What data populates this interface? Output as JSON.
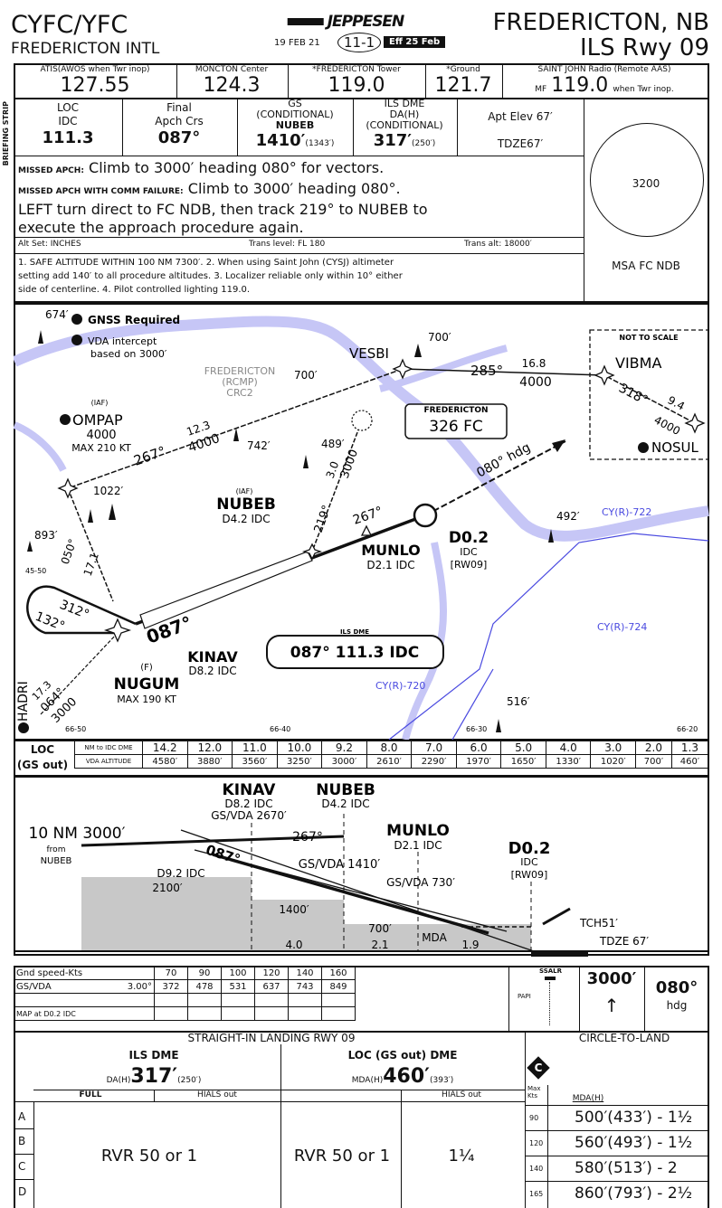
{
  "header": {
    "ident": "CYFC/YFC",
    "airport": "FREDERICTON INTL",
    "brand": "JEPPESEN",
    "date": "19 FEB 21",
    "chart_no": "11-1",
    "effective": "Eff 25 Feb",
    "city": "FREDERICTON, NB",
    "procedure": "ILS Rwy 09"
  },
  "side_labels": {
    "briefing_strip": "BRIEFING STRIP"
  },
  "comms": [
    {
      "label": "ATIS(AWOS when Twr inop)",
      "freq": "127.55"
    },
    {
      "label": "MONCTON Center",
      "freq": "124.3"
    },
    {
      "label": "*FREDERICTON Tower",
      "freq": "119.0"
    },
    {
      "label": "*Ground",
      "freq": "121.7"
    },
    {
      "label": "SAINT JOHN Radio (Remote AAS)",
      "prefix": "MF",
      "freq": "119.0",
      "suffix": "when Twr inop."
    }
  ],
  "briefing": {
    "loc": {
      "l1": "LOC",
      "l2": "IDC",
      "value": "111.3"
    },
    "crs": {
      "l1": "Final",
      "l2": "Apch Crs",
      "value": "087°"
    },
    "gs": {
      "l1": "GS",
      "l2": "(CONDITIONAL)",
      "l3": "NUBEB",
      "value": "1410′",
      "paren": "(1343′)"
    },
    "da": {
      "l1": "ILS DME",
      "l2": "DA(H)",
      "l3": "(CONDITIONAL)",
      "value": "317′",
      "paren": "(250′)"
    },
    "elev": {
      "apt": "Apt Elev 67′",
      "tdze": "TDZE67′"
    }
  },
  "msa": {
    "altitude": "3200",
    "label": "MSA FC NDB"
  },
  "missed": {
    "l1_label": "MISSED APCH:",
    "l1_text": "Climb to 3000′ heading 080° for vectors.",
    "l2_label": "MISSED APCH WITH COMM FAILURE:",
    "l2_text": "Climb to 3000′ heading 080°.",
    "l3": "LEFT turn direct to FC NDB, then track 219° to NUBEB to",
    "l4": "execute the approach procedure again."
  },
  "altset": {
    "alt_set": "Alt Set: INCHES",
    "trans_level": "Trans level: FL 180",
    "trans_alt": "Trans alt: 18000′"
  },
  "notes": {
    "l1": "1. SAFE ALTITUDE WITHIN 100 NM 7300′. 2. When using Saint John (CYSJ) altimeter",
    "l2": "setting add 140′ to all procedure altitudes. 3. Localizer reliable only within 10° either",
    "l3": "side of centerline. 4. Pilot controlled lighting 119.0."
  },
  "plan": {
    "gnss": "GNSS Required",
    "vda1": "VDA intercept",
    "vda2": "based on 3000′",
    "obs674": "674′",
    "obs700a": "700′",
    "obs700b": "700′",
    "obs742": "742′",
    "obs489": "489′",
    "obs1022": "1022′",
    "obs893": "893′",
    "obs492": "492′",
    "obs516": "516′",
    "rcmp1": "FREDERICTON",
    "rcmp2": "(RCMP)",
    "rcmp3": "CRC2",
    "vesbi": "VESBI",
    "crs285": "285°",
    "dist168": "16.8",
    "alt4000a": "4000",
    "nts": "NOT TO SCALE",
    "vibma": "VIBMA",
    "crs318": "318°",
    "dist94": "9.4",
    "alt4000b": "4000",
    "nosul": "NOSUL",
    "ndb_name": "FREDERICTON",
    "ndb_id": "326 FC",
    "iaf": "(IAF)",
    "ompap": "OMPAP",
    "ompap_alt": "4000",
    "ompap_spd": "MAX 210 KT",
    "crs267a": "267°",
    "dist123": "12.3",
    "alt4000c": "4000",
    "crs219": "219°",
    "dist30": "3.0",
    "alt3000a": "3000",
    "nubeb": "NUBEB",
    "nubeb_d": "D4.2 IDC",
    "crs267b": "267°",
    "munlo": "MUNLO",
    "munlo_d": "D2.1 IDC",
    "d02": "D0.2",
    "idc": "IDC",
    "rw09": "[RW09]",
    "missed_hdg": "080° hdg",
    "crs312": "312°",
    "crs132": "132°",
    "crs050": "050°",
    "dist171": "17.1",
    "fix_f": "(F)",
    "nugum": "NUGUM",
    "nugum_spd": "MAX 190 KT",
    "kinav": "KINAV",
    "kinav_d": "D8.2 IDC",
    "crs087": "087°",
    "ils_label": "ILS DME",
    "ils_value": "087° 111.3 IDC",
    "hadri": "HADRI",
    "crs064": "064°",
    "dist173": "17.3",
    "alt3000b": "3000",
    "cy722": "CY(R)-722",
    "cy724": "CY(R)-724",
    "cy720": "CY(R)-720",
    "lat4550": "45-50",
    "lon6650": "66-50",
    "lon6640": "66-40",
    "lon6630": "66-30",
    "lon6620": "66-20"
  },
  "loc_table": {
    "l1": "LOC",
    "l2": "(GS out)",
    "row1_label": "NM to IDC DME",
    "row2_label": "VDA ALTITUDE",
    "dist": [
      "14.2",
      "12.0",
      "11.0",
      "10.0",
      "9.2",
      "8.0",
      "7.0",
      "6.0",
      "5.0",
      "4.0",
      "3.0",
      "2.0",
      "1.3"
    ],
    "alt": [
      "4580′",
      "3880′",
      "3560′",
      "3250′",
      "3000′",
      "2610′",
      "2290′",
      "1970′",
      "1650′",
      "1330′",
      "1020′",
      "700′",
      "460′"
    ]
  },
  "profile": {
    "kinav": "KINAV",
    "kinav_d": "D8.2 IDC",
    "kinav_gs": "GS/VDA 2670′",
    "nubeb": "NUBEB",
    "nubeb_d": "D4.2 IDC",
    "start1": "10 NM 3000′",
    "start2": "from",
    "start3": "NUBEB",
    "crs267": "267°",
    "crs087": "087°",
    "munlo": "MUNLO",
    "munlo_d": "D2.1 IDC",
    "d02": "D0.2",
    "idc": "IDC",
    "rw09": "[RW09]",
    "gs1410": "GS/VDA 1410′",
    "gs730": "GS/VDA 730′",
    "d92": "D9.2 IDC",
    "alt2100": "2100′",
    "alt1400": "1400′",
    "alt700": "700′",
    "seg40": "4.0",
    "seg21": "2.1",
    "seg19": "1.9",
    "mda": "MDA",
    "tch": "TCH51′",
    "tdze": "TDZE 67′"
  },
  "speed_table": {
    "label": "Gnd speed-Kts",
    "speeds": [
      "70",
      "90",
      "100",
      "120",
      "140",
      "160"
    ],
    "gs_label": "GS/VDA",
    "angle": "3.00°",
    "rates": [
      "372",
      "478",
      "531",
      "637",
      "743",
      "849"
    ],
    "map_label": "MAP at D0.2 IDC"
  },
  "lights": {
    "ssalr": "SSALR",
    "papi": "PAPI"
  },
  "missed_icons": {
    "alt": "3000′",
    "hdg": "080°",
    "hdg_unit": "hdg"
  },
  "minimums": {
    "title": "STRAIGHT-IN LANDING RWY 09",
    "ils_title": "ILS DME",
    "ils_da_label": "DA(H)",
    "ils_da": "317′",
    "ils_da_paren": "(250′)",
    "loc_title": "LOC (GS out) DME",
    "loc_mda_label": "MDA(H)",
    "loc_mda": "460′",
    "loc_mda_paren": "(393′)",
    "full": "FULL",
    "hials_out1": "HIALS out",
    "hials_out2": "HIALS out",
    "cats": [
      "A",
      "B",
      "C",
      "D"
    ],
    "rvr1": "RVR 50 or 1",
    "rvr2": "RVR 50 or 1",
    "vis": "1¼",
    "circle_title": "CIRCLE-TO-LAND",
    "circle_icon": "C",
    "max_kts": "Max Kts",
    "mdah": "MDA(H)",
    "circle": [
      {
        "kts": "90",
        "value": "500′(433′) - 1½"
      },
      {
        "kts": "120",
        "value": "560′(493′) - 1½"
      },
      {
        "kts": "140",
        "value": "580′(513′) - 2"
      },
      {
        "kts": "165",
        "value": "860′(793′) - 2½"
      }
    ]
  },
  "colors": {
    "water": "#c6c6f6",
    "airspace": "#4a4ae0",
    "terrain": "#c8c8c8",
    "ink": "#111111"
  }
}
